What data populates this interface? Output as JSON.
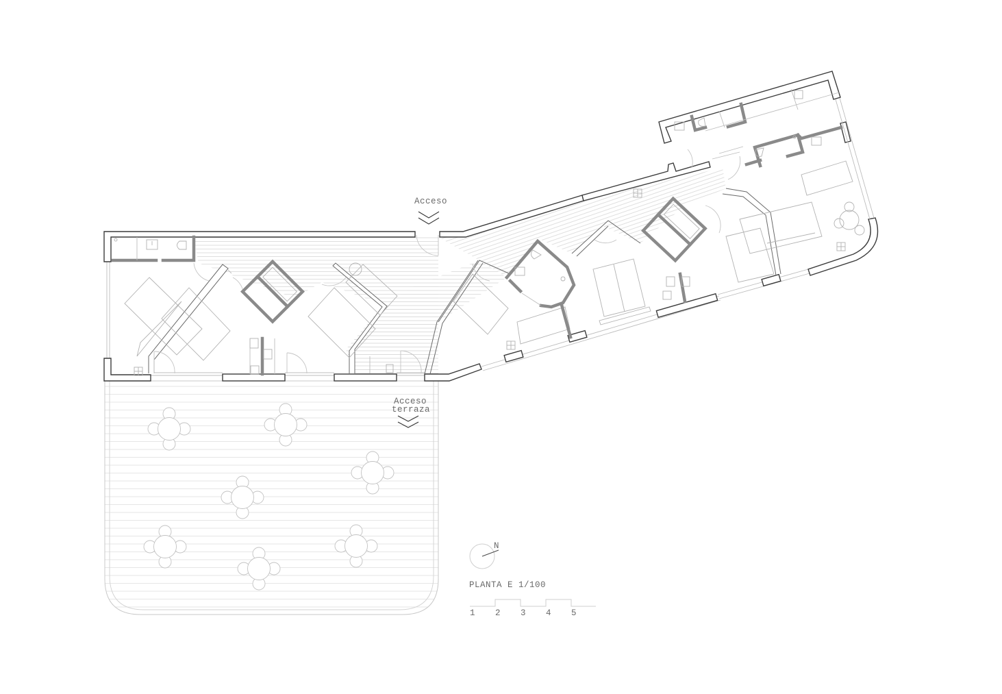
{
  "drawing": {
    "labels": {
      "main_access": "Acceso",
      "terrace_access_line1": "Acceso",
      "terrace_access_line2": "terraza"
    },
    "north_arrow": {
      "letter": "N",
      "icon": "north-arrow-icon"
    },
    "plan_title": "PLANTA E 1/100",
    "scale_bar": {
      "ticks": [
        "1",
        "2",
        "3",
        "4",
        "5"
      ]
    },
    "terrace": {
      "table_count": 7,
      "chairs_per_table": 4
    },
    "colors": {
      "wall_outline": "#3c3c3c",
      "partition": "#8a8a8a",
      "thin_line": "#bdbdbd",
      "deck_line": "#e3e3e3",
      "text": "#6a6a6a"
    }
  }
}
